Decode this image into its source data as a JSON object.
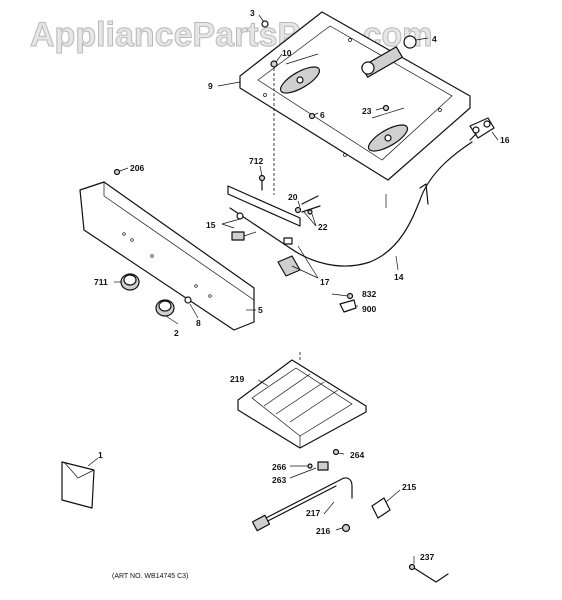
{
  "watermark": "AppliancePartsPros.com",
  "art_number": "(ART NO. WB14745 C3)",
  "callouts": {
    "c1": "1",
    "c2": "2",
    "c3": "3",
    "c4": "4",
    "c5": "5",
    "c6": "6",
    "c8": "8",
    "c9": "9",
    "c10": "10",
    "c14": "14",
    "c15": "15",
    "c16": "16",
    "c17": "17",
    "c20": "20",
    "c22": "22",
    "c23": "23",
    "c206": "206",
    "c215": "215",
    "c216": "216",
    "c217": "217",
    "c219": "219",
    "c237": "237",
    "c263": "263",
    "c264": "264",
    "c266": "266",
    "c711": "711",
    "c712": "712",
    "c832": "832",
    "c900": "900"
  }
}
